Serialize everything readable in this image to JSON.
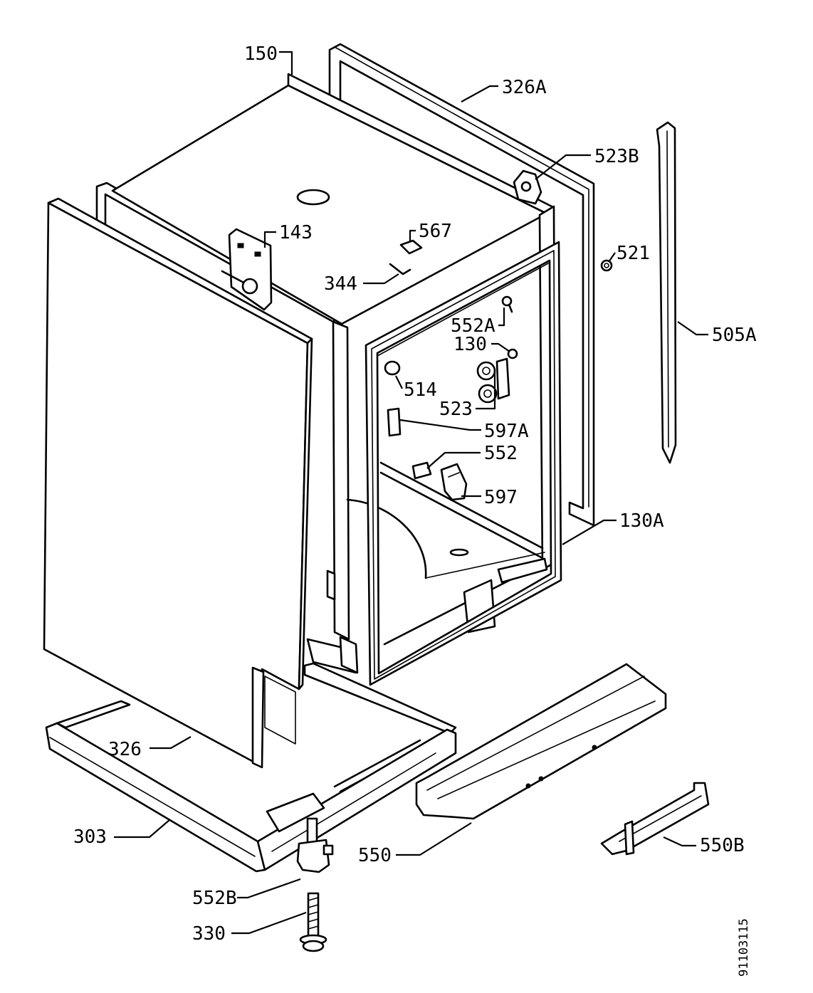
{
  "diagram": {
    "callouts": {
      "150": "150",
      "326A": "326A",
      "523B": "523B",
      "505A": "505A",
      "143": "143",
      "567": "567",
      "521": "521",
      "344": "344",
      "552A": "552A",
      "130": "130",
      "514": "514",
      "523": "523",
      "597A": "597A",
      "552": "552",
      "597": "597",
      "130A": "130A",
      "326": "326",
      "303": "303",
      "550": "550",
      "550B": "550B",
      "552B": "552B",
      "330": "330"
    },
    "drawing_number": "91103115"
  },
  "colors": {
    "line": "#000000",
    "background": "#ffffff"
  }
}
